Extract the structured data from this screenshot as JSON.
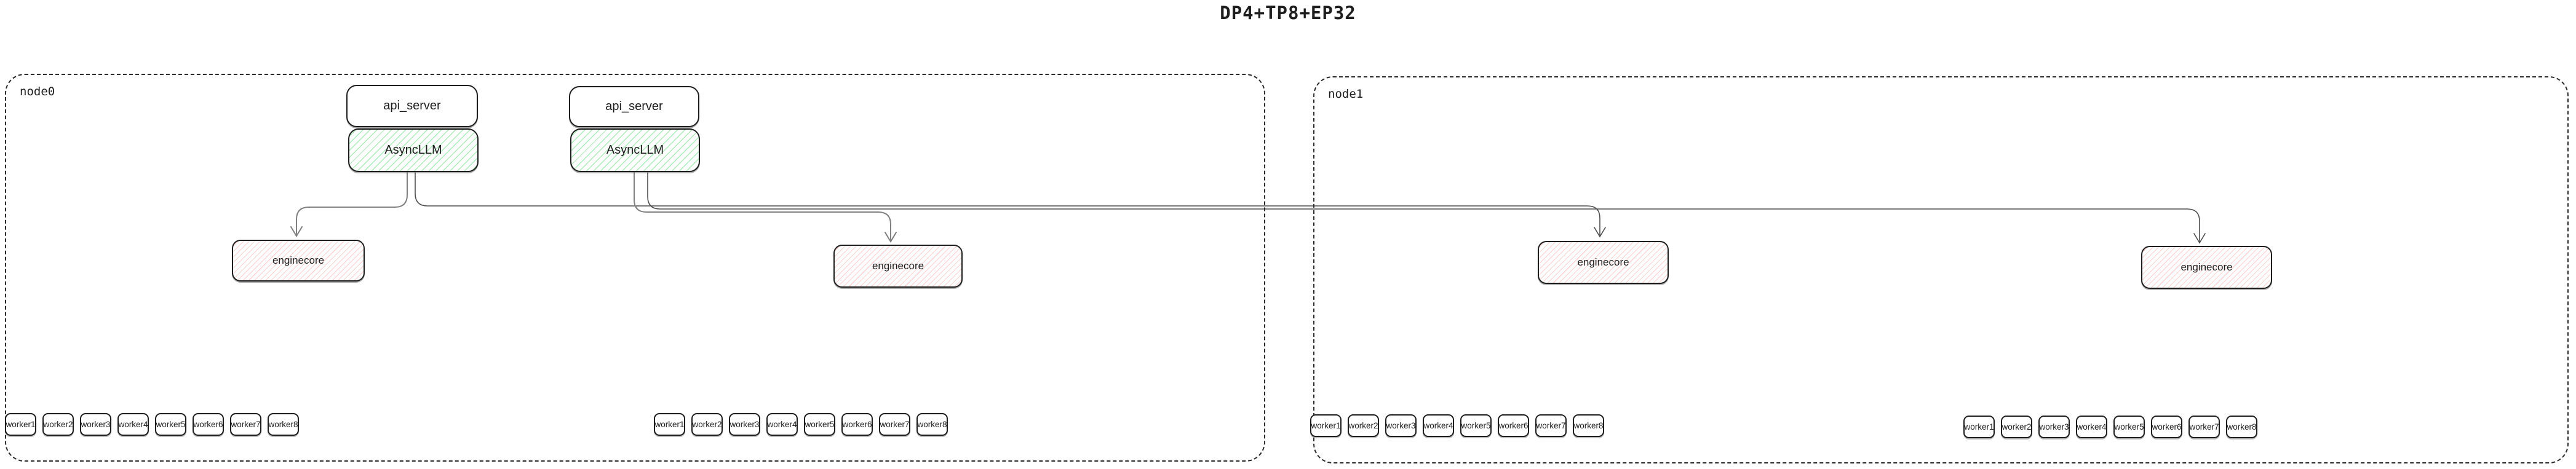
{
  "title": "DP4+TP8+EP32",
  "colors": {
    "border": "#1e1e1e",
    "node_border": "#2b2b2b",
    "async_hatch_green": "#69db7c",
    "engine_hatch_red": "#ff9696",
    "connector_gray": "#808080",
    "connector_dark": "#4d4d4d",
    "background": "#ffffff"
  },
  "nodes": [
    {
      "label": "node0",
      "servers": [
        {
          "api": "api_server",
          "llm": "AsyncLLM"
        },
        {
          "api": "api_server",
          "llm": "AsyncLLM"
        }
      ],
      "enginecores": [
        "enginecore",
        "enginecore"
      ],
      "worker_groups": [
        [
          "worker1",
          "worker2",
          "worker3",
          "worker4",
          "worker5",
          "worker6",
          "worker7",
          "worker8"
        ],
        [
          "worker1",
          "worker2",
          "worker3",
          "worker4",
          "worker5",
          "worker6",
          "worker7",
          "worker8"
        ]
      ]
    },
    {
      "label": "node1",
      "servers": [],
      "enginecores": [
        "enginecore",
        "enginecore"
      ],
      "worker_groups": [
        [
          "worker1",
          "worker2",
          "worker3",
          "worker4",
          "worker5",
          "worker6",
          "worker7",
          "worker8"
        ],
        [
          "worker1",
          "worker2",
          "worker3",
          "worker4",
          "worker5",
          "worker6",
          "worker7",
          "worker8"
        ]
      ]
    }
  ]
}
